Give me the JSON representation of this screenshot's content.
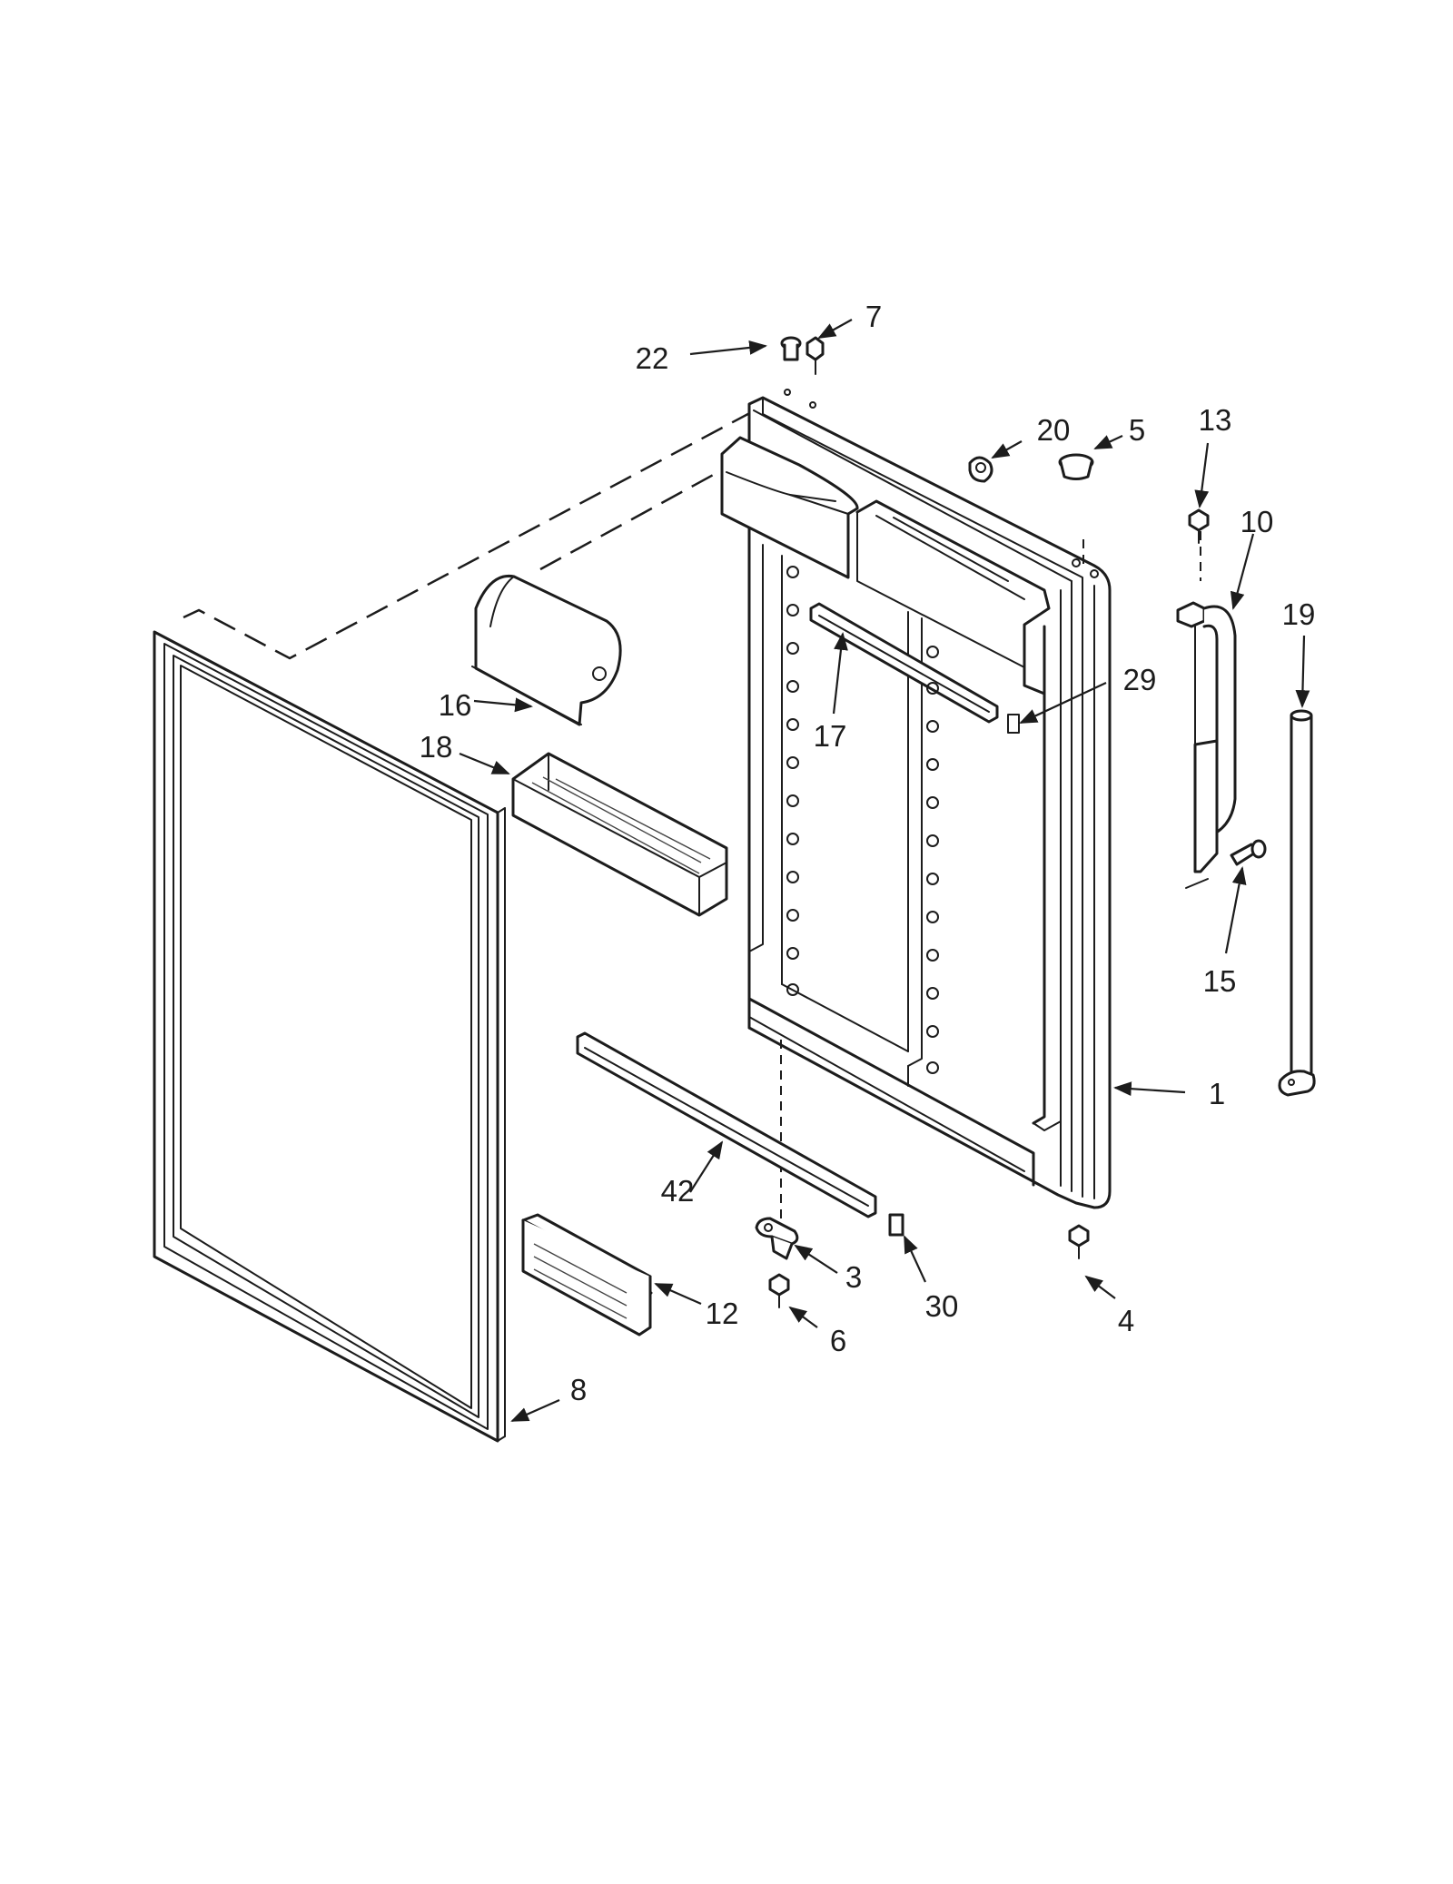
{
  "callouts": [
    {
      "id": "c1",
      "text": "1"
    },
    {
      "id": "c3",
      "text": "3"
    },
    {
      "id": "c4",
      "text": "4"
    },
    {
      "id": "c5",
      "text": "5"
    },
    {
      "id": "c6",
      "text": "6"
    },
    {
      "id": "c7",
      "text": "7"
    },
    {
      "id": "c8",
      "text": "8"
    },
    {
      "id": "c10",
      "text": "10"
    },
    {
      "id": "c12",
      "text": "12"
    },
    {
      "id": "c13",
      "text": "13"
    },
    {
      "id": "c15",
      "text": "15"
    },
    {
      "id": "c16",
      "text": "16"
    },
    {
      "id": "c17",
      "text": "17"
    },
    {
      "id": "c18",
      "text": "18"
    },
    {
      "id": "c19",
      "text": "19"
    },
    {
      "id": "c20",
      "text": "20"
    },
    {
      "id": "c22",
      "text": "22"
    },
    {
      "id": "c29",
      "text": "29"
    },
    {
      "id": "c30",
      "text": "30"
    },
    {
      "id": "c42",
      "text": "42"
    }
  ]
}
